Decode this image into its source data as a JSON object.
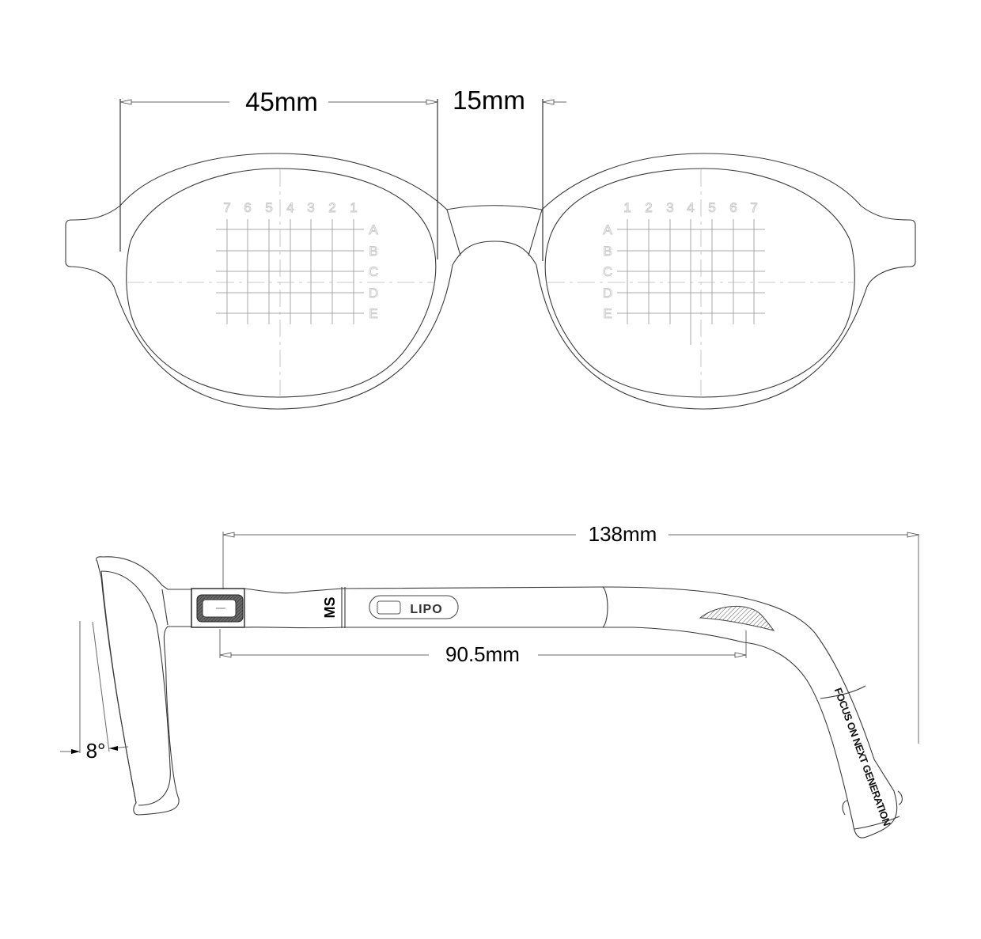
{
  "front_view": {
    "dimensions": {
      "lens_width": "45mm",
      "bridge_width": "15mm"
    },
    "right_lens_grid": {
      "columns": [
        "7",
        "6",
        "5",
        "4",
        "3",
        "2",
        "1"
      ],
      "rows": [
        "A",
        "B",
        "C",
        "D",
        "E"
      ]
    },
    "left_lens_grid": {
      "columns": [
        "1",
        "2",
        "3",
        "4",
        "5",
        "6",
        "7"
      ],
      "rows": [
        "A",
        "B",
        "C",
        "D",
        "E"
      ]
    }
  },
  "side_view": {
    "dimensions": {
      "temple_length": "138mm",
      "straight_length": "90.5mm",
      "pantoscopic_angle": "8°"
    },
    "temple_marks": {
      "size_code": "MS",
      "brand": "LIPO",
      "tip_slogan": "FOCUS ON NEXT GENERATION"
    }
  },
  "colors": {
    "outline": "#3a3a3a",
    "grid": "#a8a8a8",
    "grid_label": "#c8c8c8",
    "hatch": "#555555",
    "text": "#000000"
  }
}
